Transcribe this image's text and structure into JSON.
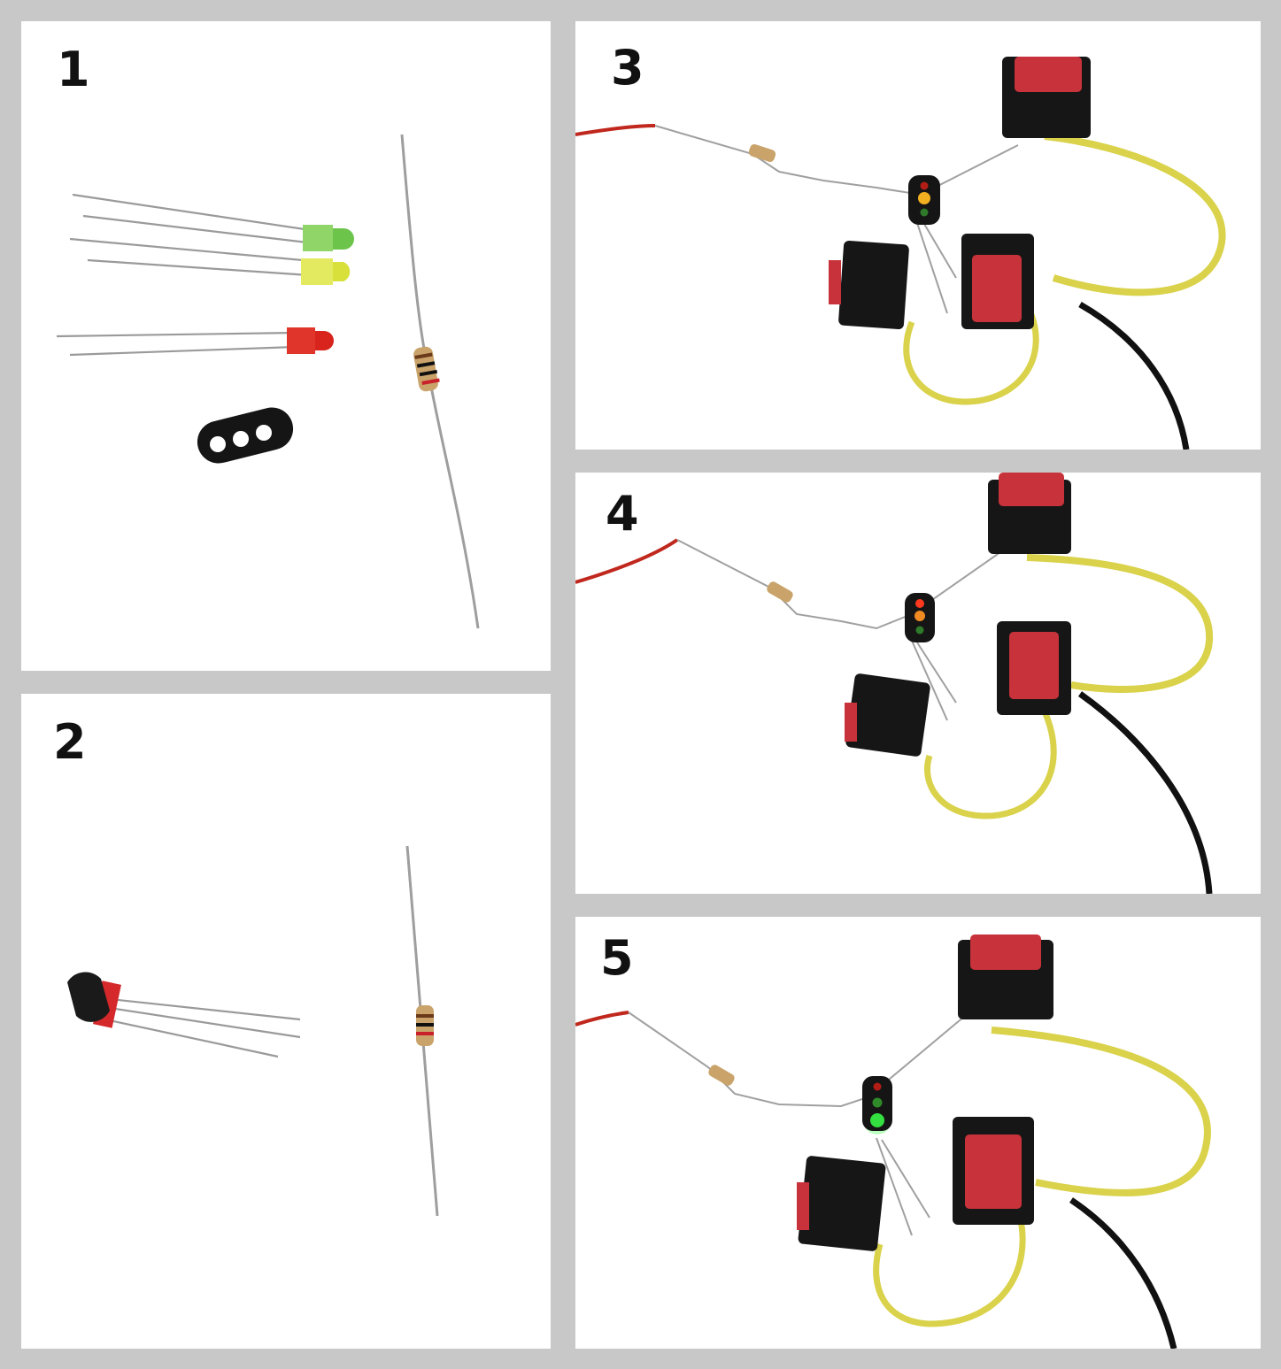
{
  "panels": [
    {
      "step": "1",
      "content": "components-kit"
    },
    {
      "step": "2",
      "content": "assembled-signal-and-resistor"
    },
    {
      "step": "3",
      "content": "wired-signal-yellow-lit"
    },
    {
      "step": "4",
      "content": "wired-signal-red-orange-lit"
    },
    {
      "step": "5",
      "content": "wired-signal-green-lit"
    }
  ],
  "colors": {
    "frame": "#c8c8c8",
    "led_green": "#7cd14a",
    "led_yellow": "#e4ea4a",
    "led_red": "#e0271c",
    "wire_yellow": "#d9d24a",
    "switch_red": "#c8323a",
    "switch_body": "#161616"
  }
}
